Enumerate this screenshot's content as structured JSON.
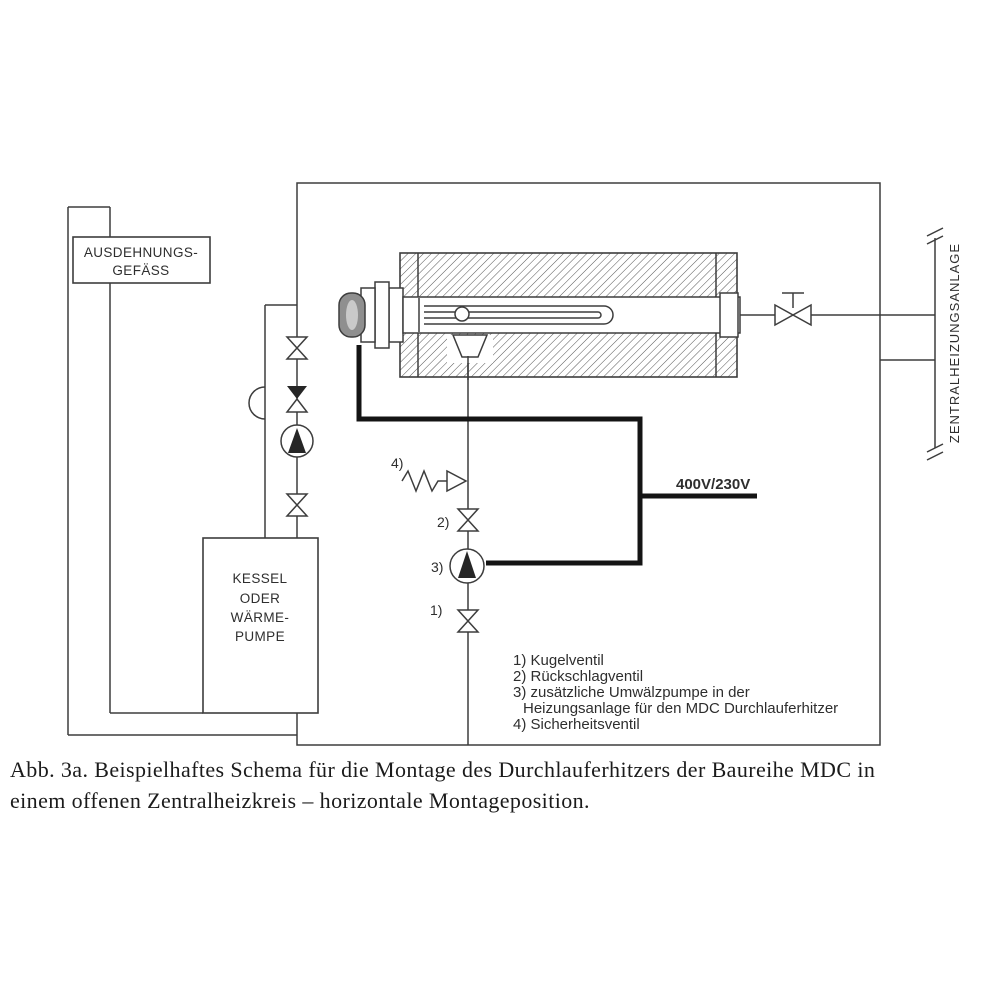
{
  "figure": {
    "labels": {
      "expansion_vessel_line1": "AUSDEHNUNGS-",
      "expansion_vessel_line2": "GEFÄSS",
      "boiler_line1": "KESSEL",
      "boiler_line2": "ODER",
      "boiler_line3": "WÄRME-",
      "boiler_line4": "PUMPE",
      "central_heating": "ZENTRALHEIZUNGSANLAGE",
      "power_supply": "400V/230V",
      "callout_1": "1)",
      "callout_2": "2)",
      "callout_3": "3)",
      "callout_4": "4)"
    },
    "legend": {
      "item_1": "1) Kugelventil",
      "item_2": "2) Rückschlagventil",
      "item_3_line1": "3) zusätzliche Umwälzpumpe in der",
      "item_3_line2": "Heizungsanlage für den MDC Durchlauferhitzer",
      "item_4": "4) Sicherheitsventil"
    },
    "caption": {
      "line1": "Abb. 3a. Beispielhaftes Schema für die Montage des Durchlauferhitzers der Baureihe MDC in",
      "line2": "einem offenen Zentralheizkreis – horizontale Montageposition."
    },
    "colors": {
      "line": "#3d3d3d",
      "cable": "#141414",
      "text": "#2e2e2e",
      "background": "#ffffff"
    }
  }
}
